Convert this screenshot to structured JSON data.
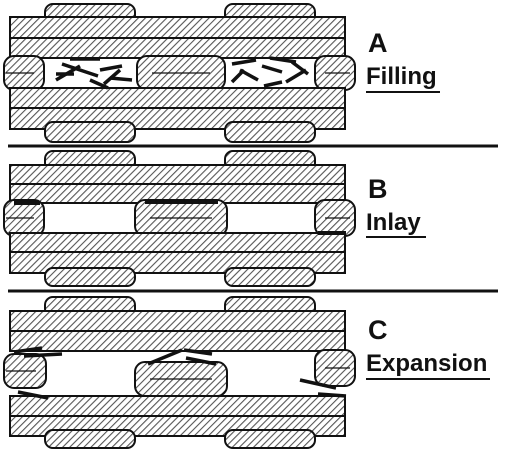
{
  "colors": {
    "hatch": "#555555",
    "outline": "#111111",
    "fill": "#ffffff"
  },
  "panels": [
    {
      "letter": "A",
      "label": "Filling"
    },
    {
      "letter": "B",
      "label": "Inlay"
    },
    {
      "letter": "C",
      "label": "Expansion"
    }
  ]
}
